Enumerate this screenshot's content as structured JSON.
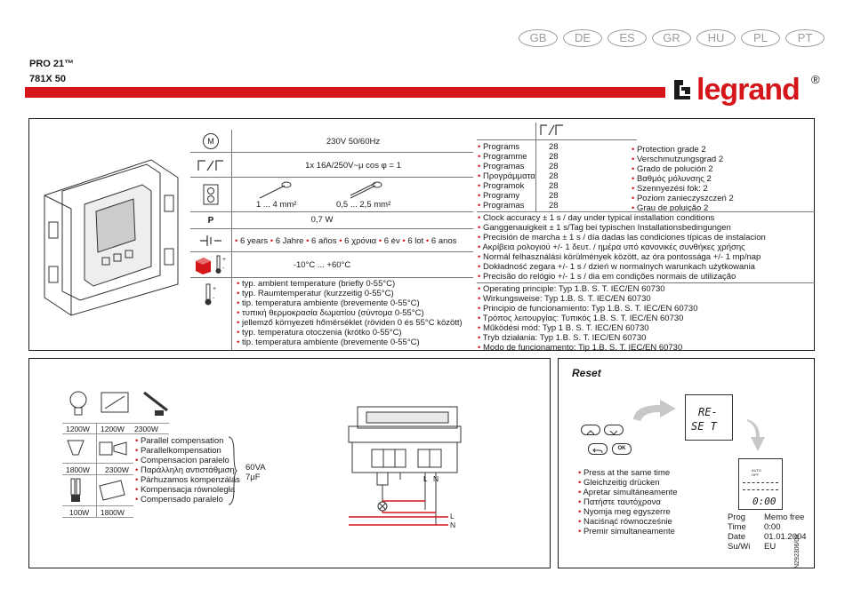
{
  "header": {
    "languages": [
      "GB",
      "DE",
      "ES",
      "GR",
      "HU",
      "PL",
      "PT"
    ],
    "product_name": "PRO 21™",
    "product_code": "781X 50",
    "brand": "legrand",
    "brand_mark": "®",
    "accent_color": "#d4161b"
  },
  "specs": {
    "supply_icon": "M",
    "supply": "230V 50/60Hz",
    "contact": "1x 16A/250V~μ cos φ = 1",
    "wire_1": "1 ... 4 mm²",
    "wire_2": "0,5 ... 2,5 mm²",
    "power_icon": "P",
    "power": "0,7 W",
    "battery_life": [
      "6 years",
      "6 Jahre",
      "6 años",
      "6 χρόνια",
      "6 év",
      "6 lot",
      "6 anos"
    ],
    "operating_temp": "-10°C ... +60°C",
    "ambient_temp": [
      "typ. ambient temperature (briefly 0-55°C)",
      "typ. Raumtemperatur (kurzzeitig 0-55°C)",
      "tip. temperatura ambiente (brevemente 0-55°C)",
      "τυπική θερμοκρασία δωματίου (σύντομα 0-55°C)",
      "jellemző környezeti hőmérséklet (röviden 0 és 55°C között)",
      "typ. temperatura otoczenia (krótko 0-55°C)",
      "tip. temperatura ambiente (brevemente 0-55°C)"
    ]
  },
  "programs": {
    "labels": [
      "Programs",
      "Programme",
      "Programas",
      "Προγράμματα",
      "Programok",
      "Programy",
      "Programas"
    ],
    "count": "28",
    "protection": [
      "Protection grade 2",
      "Verschmutzungsgrad 2",
      "Grado de polución 2",
      "Βαθμός μόλυνσης 2",
      "Szennyezési fok: 2",
      "Poziom zanieczyszczeń 2",
      "Grau de poluição 2"
    ],
    "clock_accuracy": [
      "Clock accuracy ± 1 s / day under typical installation conditions",
      "Ganggenauigkeit ± 1 s/Tag bei typischen Installationsbedingungen",
      "Precisión de marcha ± 1 s / día dadas las condiciones típicas de instalacion",
      "Ακρίβεια ρολογιού +/- 1 δευτ. / ημέρα υπό κανονικές συνθήκες χρήσης",
      "Normál felhasználási körülmények között, az óra pontossága +/- 1 mp/nap",
      "Dokładność zegara +/- 1 s / dzień w normalnych warunkach użytkowania",
      "Precisão do relógio +/- 1 s / dia em condições normais de utilização"
    ],
    "operating_principle": [
      "Operating principle:  Typ 1.B. S. T. IEC/EN 60730",
      "Wirkungsweise:  Typ 1.B. S. T. IEC/EN 60730",
      "Principio de funcionamiento: Typ 1.B. S. T. IEC/EN 60730",
      "Τρόπος λειτουργίας: Τυπικός 1.B. S. T. IEC/EN 60730",
      "Működési mód: Typ 1 B. S. T. IEC/EN 60730",
      "Tryb działania: Typ 1.B. S. T. IEC/EN 60730",
      "Modo de funcionamento: Tip 1.B. S. T. IEC/EN 60730"
    ]
  },
  "loads": {
    "row1": [
      "1200W",
      "1200W",
      "2300W"
    ],
    "row2": [
      "1800W",
      "2300W"
    ],
    "row3": [
      "100W",
      "1800W"
    ],
    "compensation": [
      "Parallel compensation",
      "Parallelkompensation",
      "Compensacion paralelo",
      "Παράλληλη αντιστάθμιση",
      "Párhuzamos kompenzálás",
      "Kompensacja równoległa",
      "Compensado paralelo"
    ],
    "cap_1": "60VA",
    "cap_2": "7μF",
    "terminal_l": "L",
    "terminal_n": "N",
    "line_l": "L",
    "line_n": "N"
  },
  "reset": {
    "title": "Reset",
    "display_line1": "RE-",
    "display_line2": "SE T",
    "ok_label": "OK",
    "press": [
      "Press at the same time",
      "Gleichzeitig drücken",
      "Apretar simultáneamente",
      "Πατήστε ταυτόχρονα",
      "Nyomja meg egyszerre",
      "Naciśnąć równocześnie",
      "Premir simultaneamente"
    ],
    "lcd_auto": "AUTO",
    "lcd_off": "OFF",
    "lcd_time": "0:00",
    "defaults": [
      {
        "label": "Prog",
        "value": "Memo free"
      },
      {
        "label": "Time",
        "value": "0:00"
      },
      {
        "label": "Date",
        "value": "01.01.2004"
      },
      {
        "label": "Su/Wi",
        "value": "EU"
      }
    ]
  },
  "doc_code": "N292306/00"
}
